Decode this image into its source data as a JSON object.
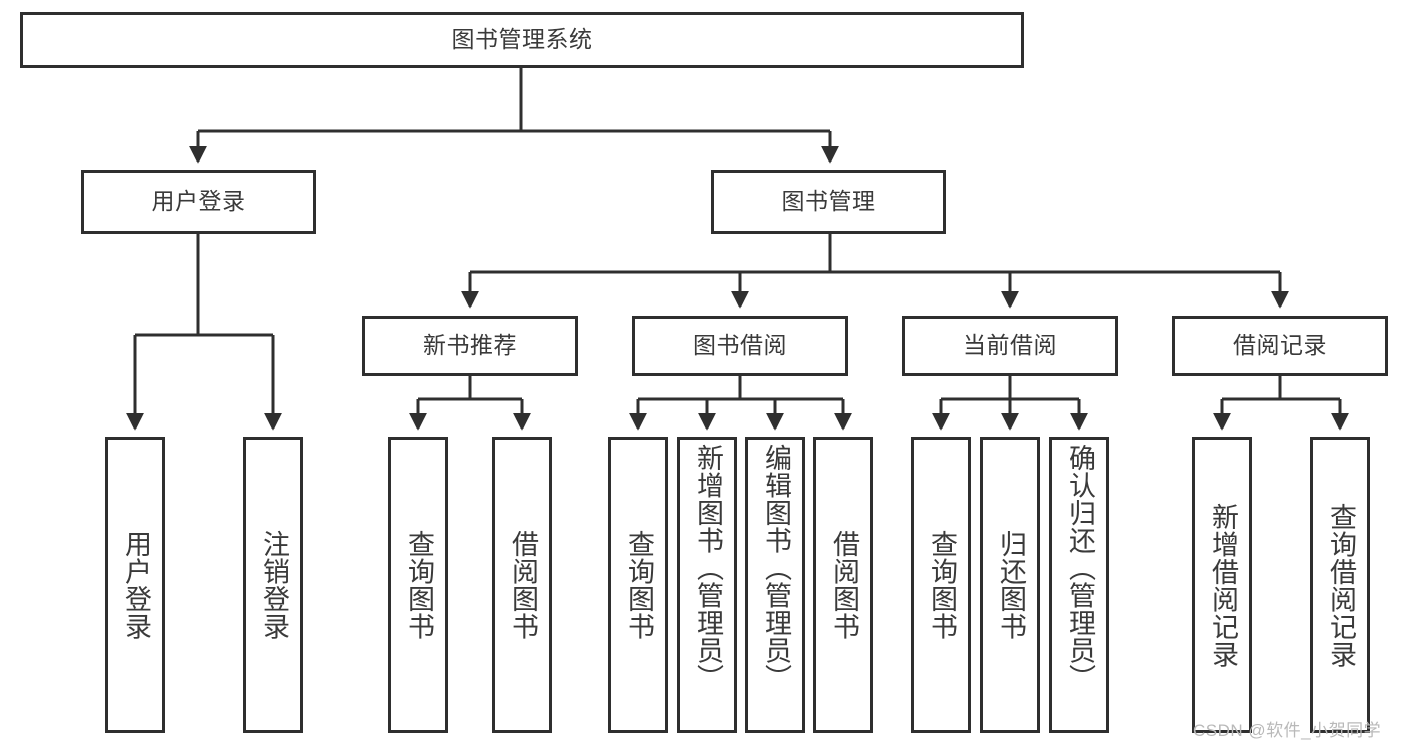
{
  "diagram": {
    "title_node": {
      "label": "图书管理系统"
    },
    "level2": [
      {
        "id": "user-login",
        "label": "用户登录"
      },
      {
        "id": "book-manage",
        "label": "图书管理"
      }
    ],
    "level3": [
      {
        "id": "new-book-rec",
        "label": "新书推荐"
      },
      {
        "id": "book-borrow",
        "label": "图书借阅"
      },
      {
        "id": "current-borrow",
        "label": "当前借阅"
      },
      {
        "id": "borrow-record",
        "label": "借阅记录"
      }
    ],
    "leaves": [
      {
        "id": "leaf-user-login",
        "label": "用户登录"
      },
      {
        "id": "leaf-logout",
        "label": "注销登录"
      },
      {
        "id": "leaf-query-book-1",
        "label": "查询图书"
      },
      {
        "id": "leaf-borrow-book-1",
        "label": "借阅图书"
      },
      {
        "id": "leaf-query-book-2",
        "label": "查询图书"
      },
      {
        "id": "leaf-add-book",
        "label": "新增图书（管理员）"
      },
      {
        "id": "leaf-edit-book",
        "label": "编辑图书（管理员）"
      },
      {
        "id": "leaf-borrow-book-2",
        "label": "借阅图书"
      },
      {
        "id": "leaf-query-book-3",
        "label": "查询图书"
      },
      {
        "id": "leaf-return-book",
        "label": "归还图书"
      },
      {
        "id": "leaf-confirm-return",
        "label": "确认归还（管理员）"
      },
      {
        "id": "leaf-add-record",
        "label": "新增借阅记录"
      },
      {
        "id": "leaf-query-record",
        "label": "查询借阅记录"
      }
    ]
  },
  "watermark": {
    "text": "CSDN @软件_小贺同学"
  },
  "colors": {
    "stroke": "#2f2f2f",
    "text": "#3a3a3a",
    "background": "#ffffff",
    "watermark": "#b9b9b9"
  }
}
